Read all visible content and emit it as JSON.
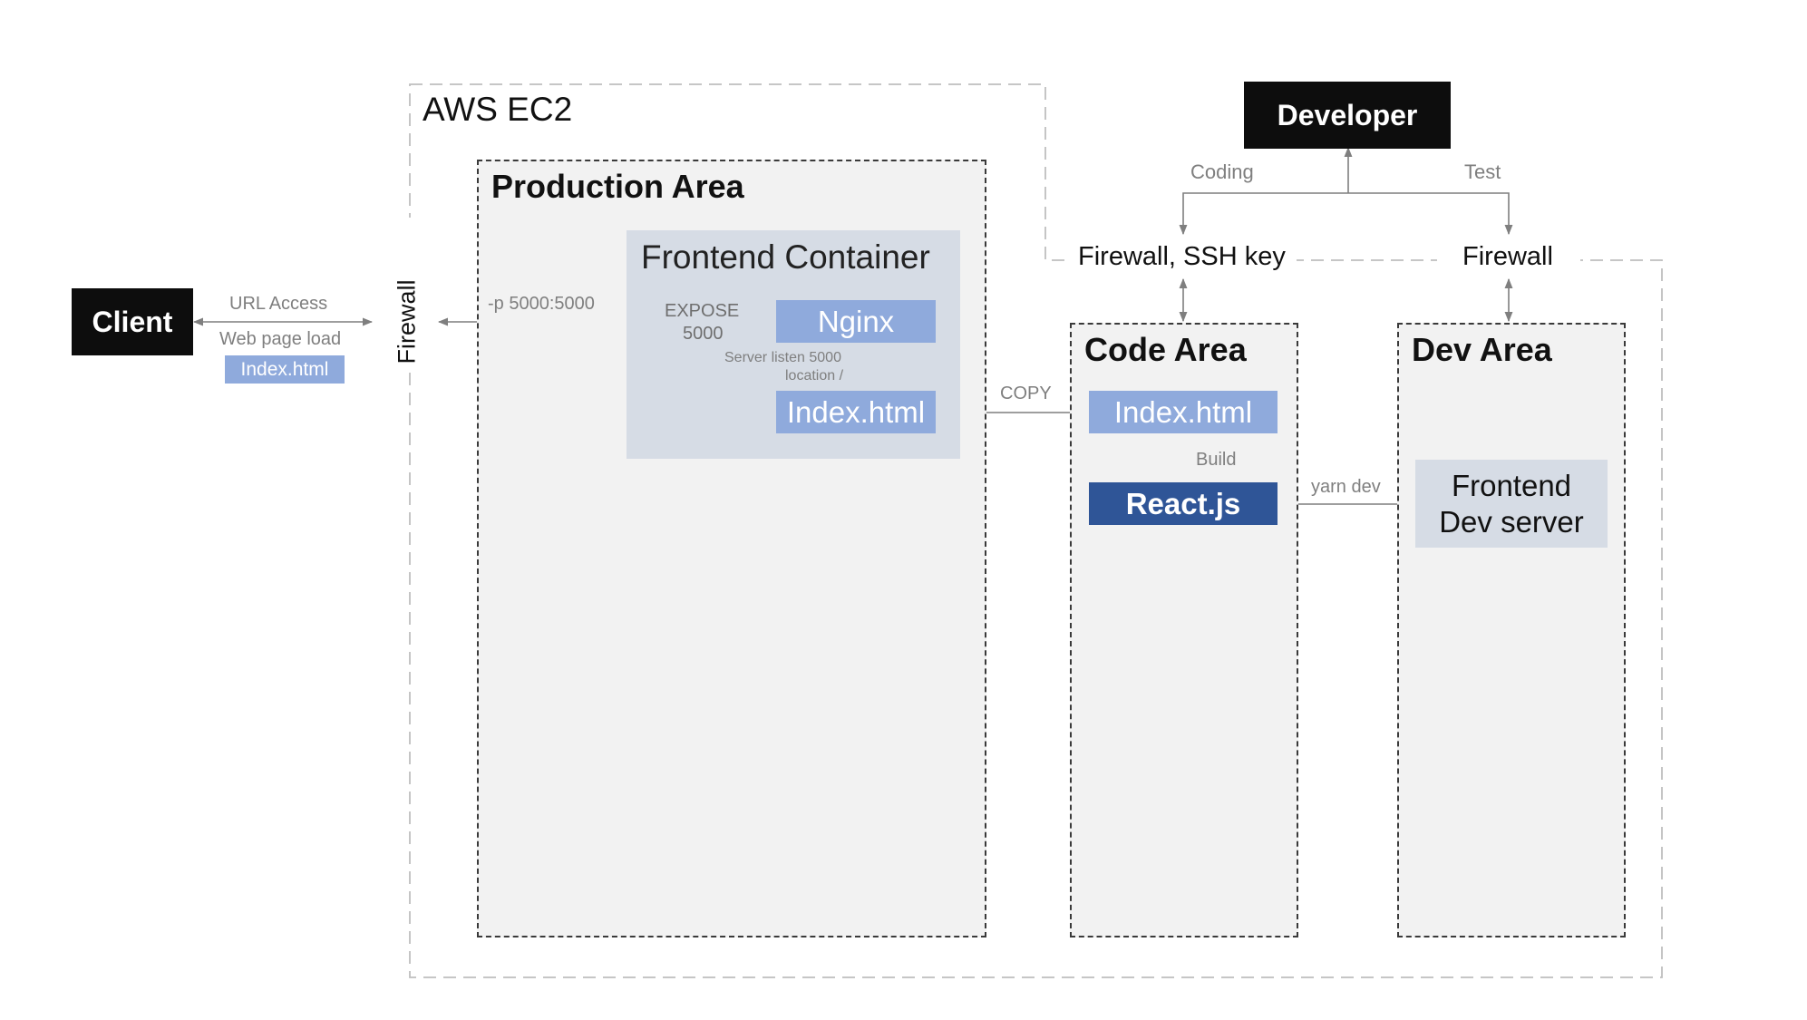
{
  "colors": {
    "black_box": "#0d0d0d",
    "light_blue": "#8faadc",
    "dark_blue": "#2f5597",
    "container_bg": "#d6dce5",
    "area_bg": "#f2f2f2",
    "line": "#7f7f7f"
  },
  "client": {
    "label": "Client",
    "url_access": "URL Access",
    "web_page_load": "Web page load",
    "file": "Index.html"
  },
  "firewall_left": "Firewall",
  "aws": {
    "title": "AWS EC2"
  },
  "production": {
    "title": "Production Area",
    "port_map": "-p 5000:5000",
    "container": {
      "title": "Frontend Container",
      "expose": "EXPOSE",
      "expose_port": "5000",
      "nginx": "Nginx",
      "server_listen": "Server listen  5000",
      "location": "location /",
      "index": "Index.html"
    }
  },
  "code": {
    "title": "Code Area",
    "copy": "COPY",
    "index": "Index.html",
    "build": "Build",
    "react": "React.js",
    "yarn_dev": "yarn dev"
  },
  "dev": {
    "title": "Dev Area",
    "server_line1": "Frontend",
    "server_line2": "Dev server"
  },
  "developer": {
    "label": "Developer",
    "coding": "Coding",
    "test": "Test"
  },
  "firewall_ssh": "Firewall, SSH key",
  "firewall_right": "Firewall"
}
